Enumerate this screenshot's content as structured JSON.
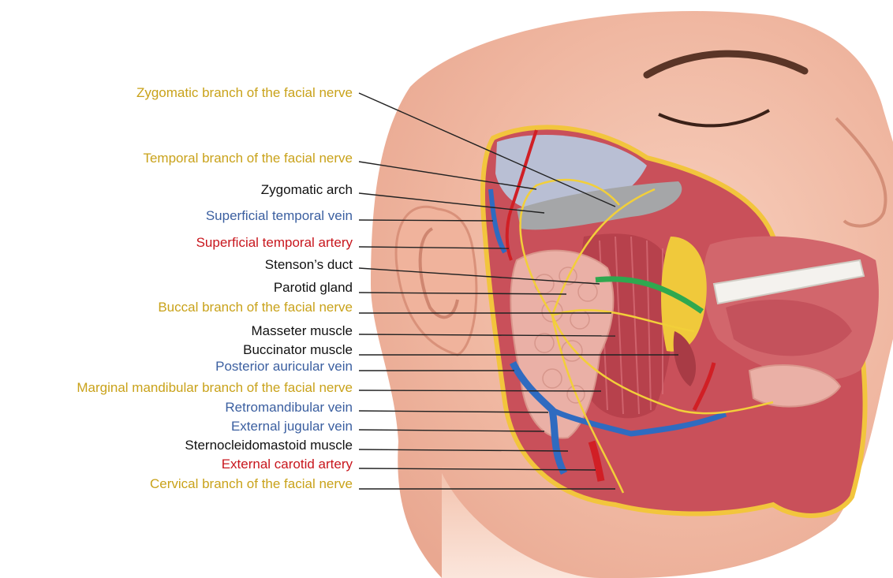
{
  "colors": {
    "nerve": "#c9a21a",
    "vein": "#3b5fa0",
    "artery": "#c8161d",
    "structure": "#111111",
    "leader": "#222222"
  },
  "labels": [
    {
      "id": "zygomatic-branch",
      "text": "Zygomatic branch of the facial nerve",
      "kind": "nerve"
    },
    {
      "id": "temporal-branch",
      "text": "Temporal branch of the facial nerve",
      "kind": "nerve"
    },
    {
      "id": "zygomatic-arch",
      "text": "Zygomatic arch",
      "kind": "structure"
    },
    {
      "id": "superficial-temporal-vein",
      "text": "Superficial temporal vein",
      "kind": "vein"
    },
    {
      "id": "superficial-temporal-artery",
      "text": "Superficial temporal artery",
      "kind": "artery"
    },
    {
      "id": "stensons-duct",
      "text": "Stenson’s duct",
      "kind": "structure"
    },
    {
      "id": "parotid-gland",
      "text": "Parotid gland",
      "kind": "structure"
    },
    {
      "id": "buccal-branch",
      "text": "Buccal branch of the facial nerve",
      "kind": "nerve"
    },
    {
      "id": "masseter-muscle",
      "text": "Masseter muscle",
      "kind": "structure"
    },
    {
      "id": "buccinator-muscle",
      "text": "Buccinator muscle",
      "kind": "structure"
    },
    {
      "id": "posterior-auricular-vein",
      "text": "Posterior auricular vein",
      "kind": "vein"
    },
    {
      "id": "marginal-mandibular-branch",
      "text": "Marginal mandibular branch of the facial nerve",
      "kind": "nerve"
    },
    {
      "id": "retromandibular-vein",
      "text": "Retromandibular vein",
      "kind": "vein"
    },
    {
      "id": "external-jugular-vein",
      "text": "External jugular vein",
      "kind": "vein"
    },
    {
      "id": "sternocleidomastoid-muscle",
      "text": "Sternocleidomastoid muscle",
      "kind": "structure"
    },
    {
      "id": "external-carotid-artery",
      "text": "External carotid artery",
      "kind": "artery"
    },
    {
      "id": "cervical-branch",
      "text": "Cervical branch of the facial nerve",
      "kind": "nerve"
    }
  ]
}
